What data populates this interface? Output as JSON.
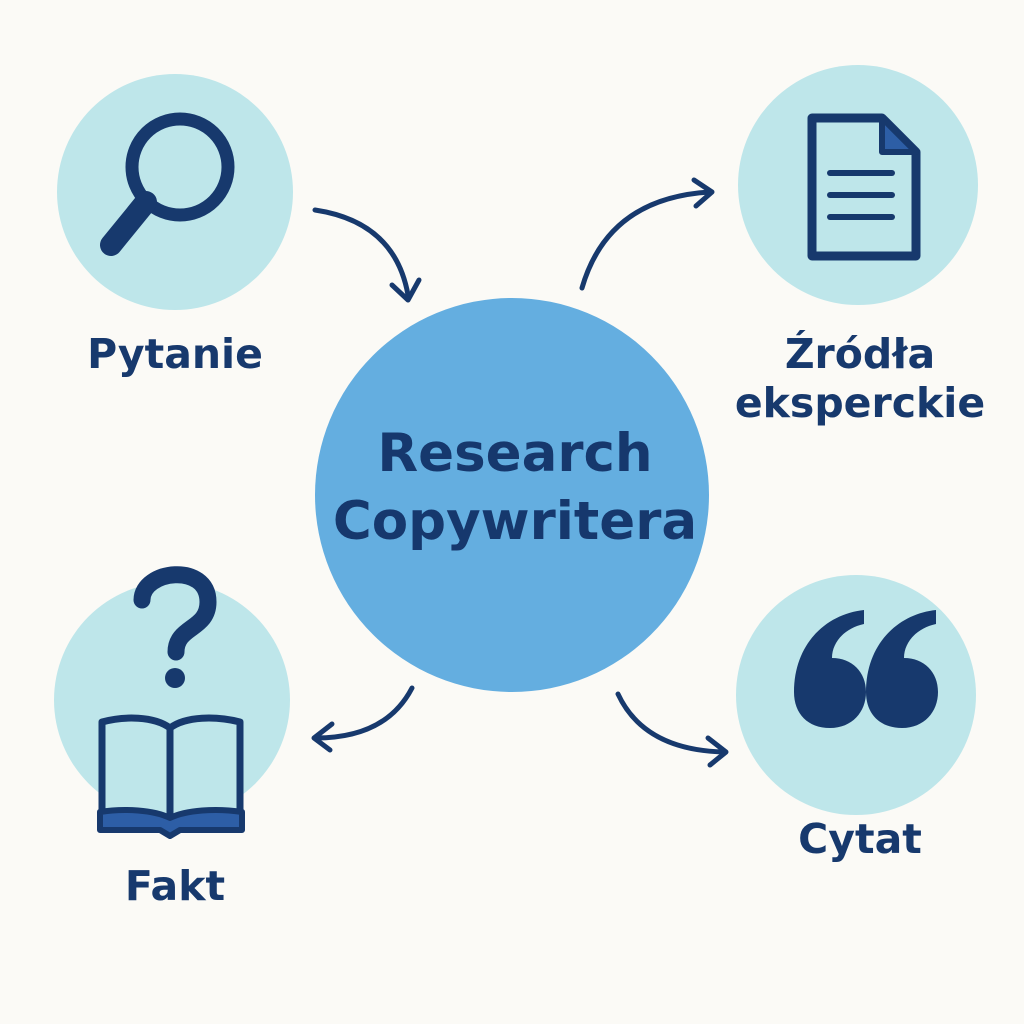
{
  "colors": {
    "background": "#fbfaf6",
    "node_fill": "#bee6ea",
    "center_fill": "#64aee0",
    "ink": "#17396d",
    "accent": "#2d5ea6"
  },
  "center": {
    "line1": "Research",
    "line2": "Copywritera"
  },
  "nodes": {
    "pytanie": {
      "label": "Pytanie",
      "icon": "magnifier-icon"
    },
    "zrodla": {
      "line1": "Źródła",
      "line2": "eksperckie",
      "icon": "document-icon"
    },
    "fakt": {
      "label": "Fakt",
      "icon": "open-book-question-icon"
    },
    "cytat": {
      "label": "Cytat",
      "icon": "quote-icon"
    }
  },
  "edges": [
    {
      "from": "pytanie",
      "to": "center"
    },
    {
      "from": "center",
      "to": "zrodla"
    },
    {
      "from": "center",
      "to": "fakt"
    },
    {
      "from": "center",
      "to": "cytat"
    }
  ]
}
